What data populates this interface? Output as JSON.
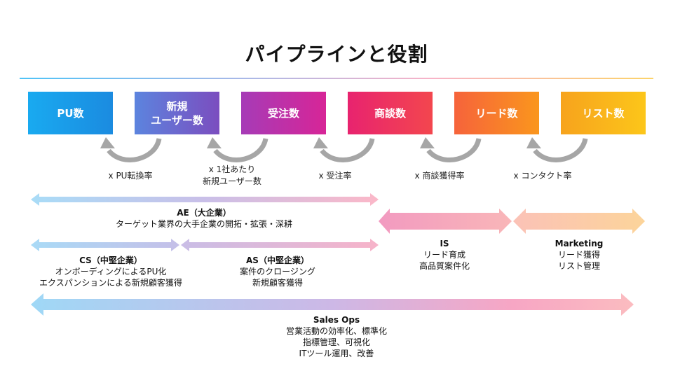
{
  "title": "パイプラインと役割",
  "stages": [
    {
      "label": "PU数",
      "color_start": "#18a7e8",
      "color_end": "#1e8fe0"
    },
    {
      "label": "新規",
      "label2": "ユーザー数",
      "color_start": "#5b7fdc",
      "color_end": "#7a4fc0"
    },
    {
      "label": "受注数",
      "color_start": "#a73ab5",
      "color_end": "#d5249a"
    },
    {
      "label": "商談数",
      "color_start": "#e8246e",
      "color_end": "#f2454f"
    },
    {
      "label": "リード数",
      "color_start": "#f5673a",
      "color_end": "#f9921f"
    },
    {
      "label": "リスト数",
      "color_start": "#f7a41c",
      "color_end": "#fbc21c"
    }
  ],
  "rates": [
    {
      "lines": [
        "x PU転換率"
      ]
    },
    {
      "lines": [
        "x 1社あたり",
        "新規ユーザー数"
      ]
    },
    {
      "lines": [
        "x 受注率"
      ]
    },
    {
      "lines": [
        "x 商談獲得率"
      ]
    },
    {
      "lines": [
        "x コンタクト率"
      ]
    }
  ],
  "roles": {
    "ae": {
      "name": "AE（大企業）",
      "desc": [
        "ターゲット業界の大手企業の開拓・拡張・深耕"
      ]
    },
    "is": {
      "name": "IS",
      "desc": [
        "リード育成",
        "高品質案件化"
      ]
    },
    "marketing": {
      "name": "Marketing",
      "desc": [
        "リード獲得",
        "リスト管理"
      ]
    },
    "cs": {
      "name": "CS（中堅企業）",
      "desc": [
        "オンボーディングによるPU化",
        "エクスパンションによる新規顧客獲得"
      ]
    },
    "as": {
      "name": "AS（中堅企業）",
      "desc": [
        "案件のクロージング",
        "新規顧客獲得"
      ]
    },
    "salesops": {
      "name": "Sales Ops",
      "desc": [
        "営業活動の効率化、標準化",
        "指標管理、可視化",
        "ITツール運用、改善"
      ]
    }
  },
  "colors": {
    "arrow_blue": "#a9d9f5",
    "arrow_purple": "#c9b8e6",
    "arrow_pink": "#f4a8c6",
    "arrow_peach": "#fbcfb0",
    "curve_gray": "#a6a6a6"
  }
}
